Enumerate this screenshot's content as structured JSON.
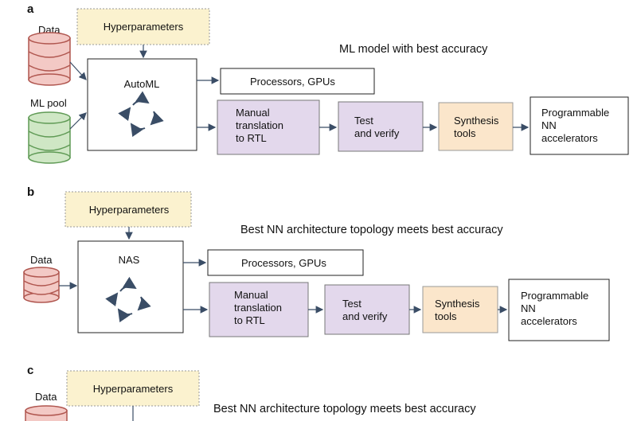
{
  "panels": {
    "a": {
      "letter": "a",
      "data_label": "Data",
      "ml_pool_label": "ML pool",
      "hyperparameters": "Hyperparameters",
      "core_label": "AutoML",
      "result_text": "ML model with best accuracy",
      "processors": "Processors, GPUs",
      "manual": [
        "Manual",
        "translation",
        "to RTL"
      ],
      "test": [
        "Test",
        "and verify"
      ],
      "synthesis": [
        "Synthesis",
        "tools"
      ],
      "programmable": [
        "Programmable",
        "NN",
        "accelerators"
      ]
    },
    "b": {
      "letter": "b",
      "data_label": "Data",
      "hyperparameters": "Hyperparameters",
      "core_label": "NAS",
      "result_text": "Best NN architecture topology meets best accuracy",
      "processors": "Processors, GPUs",
      "manual": [
        "Manual",
        "translation",
        "to RTL"
      ],
      "test": [
        "Test",
        "and verify"
      ],
      "synthesis": [
        "Synthesis",
        "tools"
      ],
      "programmable": [
        "Programmable",
        "NN",
        "accelerators"
      ]
    },
    "c": {
      "letter": "c",
      "data_label": "Data",
      "hyperparameters": "Hyperparameters",
      "result_text": "Best NN architecture topology meets best accuracy"
    }
  },
  "colors": {
    "hyperparameters_fill": "#fbf2cf",
    "manual_fill": "#e3d8ec",
    "synthesis_fill": "#fbe6cb",
    "data_db": "#f3c9c5",
    "ml_pool_db": "#cfe7c5",
    "arrow": "#3a4d66"
  }
}
